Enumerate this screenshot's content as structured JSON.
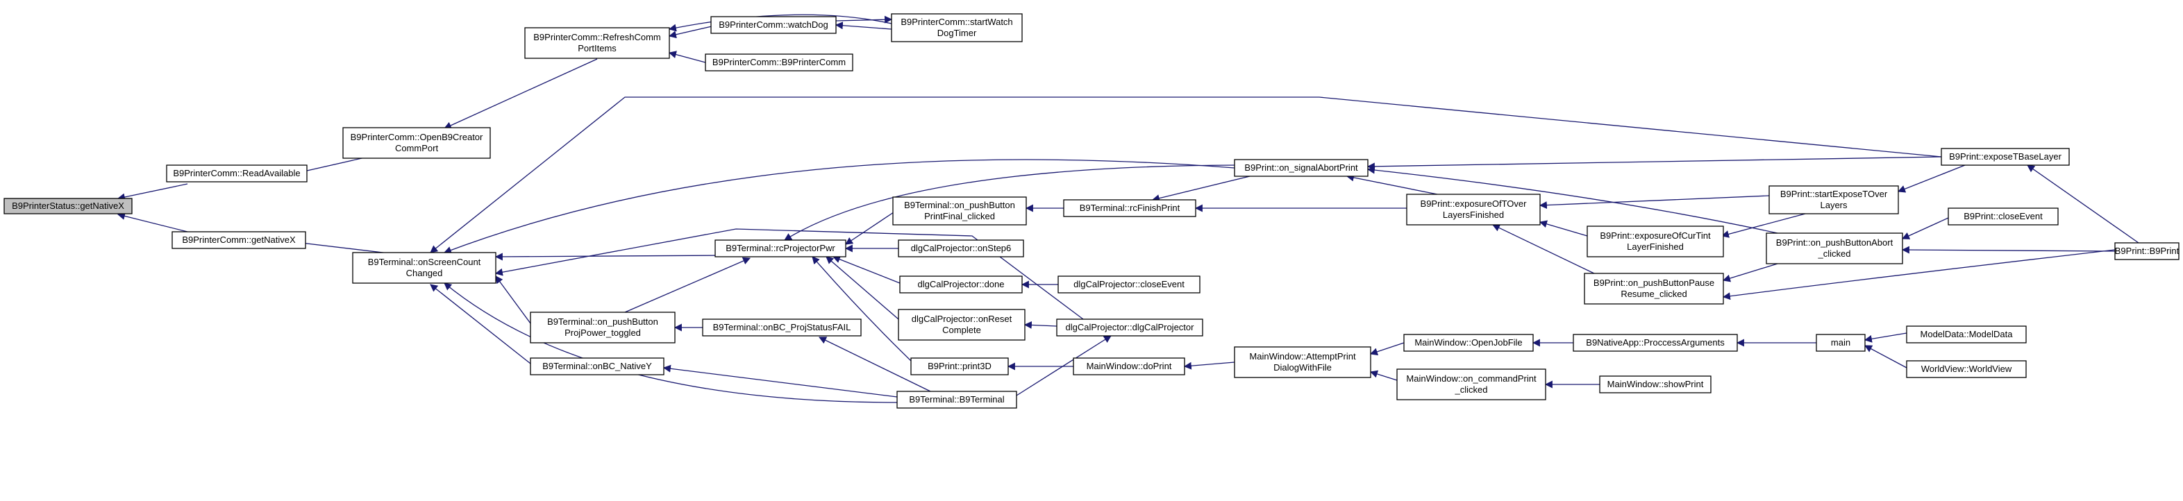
{
  "graph": {
    "edge_color": "#191970",
    "root_fill": "#bfbfbf",
    "nodes": [
      {
        "id": "n_getNativeX_status",
        "lines": [
          "B9PrinterStatus::getNativeX"
        ],
        "root": true
      },
      {
        "id": "n_readAvailable",
        "lines": [
          "B9PrinterComm::ReadAvailable"
        ]
      },
      {
        "id": "n_getNativeX_comm",
        "lines": [
          "B9PrinterComm::getNativeX"
        ]
      },
      {
        "id": "n_openCreator",
        "lines": [
          "B9PrinterComm::OpenB9Creator",
          "CommPort"
        ]
      },
      {
        "id": "n_refreshComm",
        "lines": [
          "B9PrinterComm::RefreshComm",
          "PortItems"
        ]
      },
      {
        "id": "n_watchDog",
        "lines": [
          "B9PrinterComm::watchDog"
        ]
      },
      {
        "id": "n_startWatchDog",
        "lines": [
          "B9PrinterComm::startWatch",
          "DogTimer"
        ]
      },
      {
        "id": "n_ctor_comm",
        "lines": [
          "B9PrinterComm::B9PrinterComm"
        ]
      },
      {
        "id": "n_onScreenCount",
        "lines": [
          "B9Terminal::onScreenCount",
          "Changed"
        ]
      },
      {
        "id": "n_projPower",
        "lines": [
          "B9Terminal::on_pushButton",
          "ProjPower_toggled"
        ]
      },
      {
        "id": "n_nativeY",
        "lines": [
          "B9Terminal::onBC_NativeY"
        ]
      },
      {
        "id": "n_rcProjectorPwr",
        "lines": [
          "B9Terminal::rcProjectorPwr"
        ]
      },
      {
        "id": "n_projStatusFail",
        "lines": [
          "B9Terminal::onBC_ProjStatusFAIL"
        ]
      },
      {
        "id": "n_printFinal",
        "lines": [
          "B9Terminal::on_pushButton",
          "PrintFinal_clicked"
        ]
      },
      {
        "id": "n_onStep6",
        "lines": [
          "dlgCalProjector::onStep6"
        ]
      },
      {
        "id": "n_done",
        "lines": [
          "dlgCalProjector::done"
        ]
      },
      {
        "id": "n_onReset",
        "lines": [
          "dlgCalProjector::onReset",
          "Complete"
        ]
      },
      {
        "id": "n_print3D",
        "lines": [
          "B9Print::print3D"
        ]
      },
      {
        "id": "n_ctor_terminal",
        "lines": [
          "B9Terminal::B9Terminal"
        ]
      },
      {
        "id": "n_rcFinish",
        "lines": [
          "B9Terminal::rcFinishPrint"
        ]
      },
      {
        "id": "n_closeEvent_cal",
        "lines": [
          "dlgCalProjector::closeEvent"
        ]
      },
      {
        "id": "n_ctor_cal",
        "lines": [
          "dlgCalProjector::dlgCalProjector"
        ]
      },
      {
        "id": "n_doPrint",
        "lines": [
          "MainWindow::doPrint"
        ]
      },
      {
        "id": "n_attemptPrint",
        "lines": [
          "MainWindow::AttemptPrint",
          "DialogWithFile"
        ]
      },
      {
        "id": "n_signalAbort",
        "lines": [
          "B9Print::on_signalAbortPrint"
        ]
      },
      {
        "id": "n_exposureTOver",
        "lines": [
          "B9Print::exposureOfTOver",
          "LayersFinished"
        ]
      },
      {
        "id": "n_exposureCurTint",
        "lines": [
          "B9Print::exposureOfCurTint",
          "LayerFinished"
        ]
      },
      {
        "id": "n_pauseResume",
        "lines": [
          "B9Print::on_pushButtonPause",
          "Resume_clicked"
        ]
      },
      {
        "id": "n_openJobFile",
        "lines": [
          "MainWindow::OpenJobFile"
        ]
      },
      {
        "id": "n_commandPrint",
        "lines": [
          "MainWindow::on_commandPrint",
          "_clicked"
        ]
      },
      {
        "id": "n_processArgs",
        "lines": [
          "B9NativeApp::ProccessArguments"
        ]
      },
      {
        "id": "n_showPrint",
        "lines": [
          "MainWindow::showPrint"
        ]
      },
      {
        "id": "n_startExposeTOver",
        "lines": [
          "B9Print::startExposeTOver",
          "Layers"
        ]
      },
      {
        "id": "n_abortClicked",
        "lines": [
          "B9Print::on_pushButtonAbort",
          "_clicked"
        ]
      },
      {
        "id": "n_main",
        "lines": [
          "main"
        ]
      },
      {
        "id": "n_exposeTBase",
        "lines": [
          "B9Print::exposeTBaseLayer"
        ]
      },
      {
        "id": "n_closeEvent_print",
        "lines": [
          "B9Print::closeEvent"
        ]
      },
      {
        "id": "n_modelData",
        "lines": [
          "ModelData::ModelData"
        ]
      },
      {
        "id": "n_worldView",
        "lines": [
          "WorldView::WorldView"
        ]
      },
      {
        "id": "n_ctor_print",
        "lines": [
          "B9Print::B9Print"
        ]
      }
    ]
  }
}
